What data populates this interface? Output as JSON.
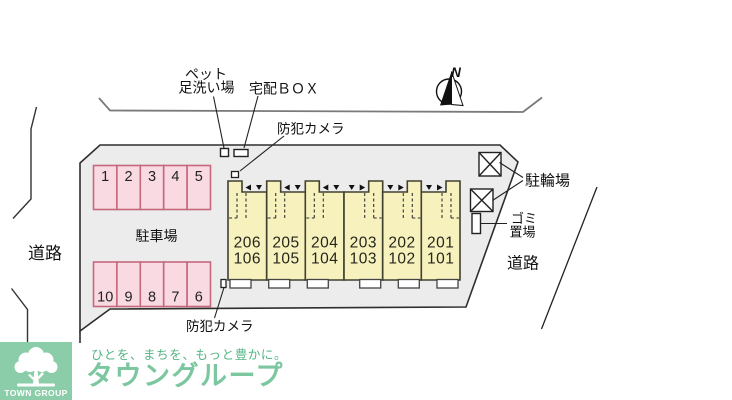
{
  "site": {
    "north_label": "N",
    "labels": {
      "pet_wash_line1": "ペット",
      "pet_wash_line2": "足洗い場",
      "delivery_box": "宅配ＢＯＸ",
      "security_camera_top": "防犯カメラ",
      "security_camera_bottom": "防犯カメラ",
      "parking_lot": "駐車場",
      "road_left": "道路",
      "road_right": "道路",
      "bicycle_parking": "駐輪場",
      "garbage_line1": "ゴミ",
      "garbage_line2": "置場"
    },
    "parking": {
      "top_row": [
        "1",
        "2",
        "3",
        "4",
        "5"
      ],
      "bottom_row": [
        "10",
        "9",
        "8",
        "7",
        "6"
      ]
    },
    "building": {
      "units": [
        {
          "upper": "206",
          "lower": "106"
        },
        {
          "upper": "205",
          "lower": "105"
        },
        {
          "upper": "204",
          "lower": "104"
        },
        {
          "upper": "203",
          "lower": "103"
        },
        {
          "upper": "202",
          "lower": "102"
        },
        {
          "upper": "201",
          "lower": "101"
        }
      ]
    },
    "icons": {
      "compass": "compass-north-icon",
      "bicycle_rack": "x-box-rack-icon",
      "garbage_box": "garbage-box-icon",
      "camera": "security-camera-icon",
      "pet_wash": "pet-wash-station-icon",
      "delivery": "delivery-box-icon"
    }
  },
  "footer": {
    "logo_square_text": "TOWN GROUP",
    "tagline": "ひとを、まちを、もっと豊かに。",
    "company": "タウングループ"
  },
  "colors": {
    "site_fill": "#ececec",
    "parking_fill": "#f9d9e2",
    "parking_stroke": "#c4697c",
    "building_fill": "#f6f1bd",
    "logo_green": "#8bcda8",
    "logo_text_green": "#7cc7a0",
    "tagline_green": "#55b585"
  }
}
